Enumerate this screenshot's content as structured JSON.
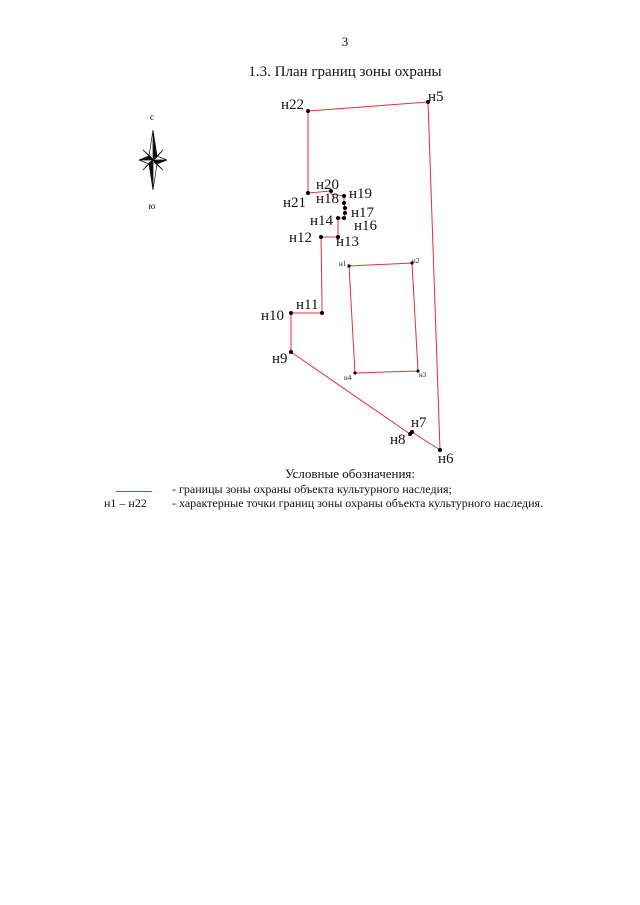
{
  "page_number": "3",
  "title": "1.3. План границ зоны охраны",
  "compass": {
    "north_label": "с",
    "south_label": "ю",
    "icon": "compass-rose-icon"
  },
  "colors": {
    "boundary": "#e03040",
    "point": "#000000"
  },
  "points": {
    "n1": "н1",
    "n2": "н2",
    "n3": "н3",
    "n4": "н4",
    "n5": "н5",
    "n6": "н6",
    "n7": "н7",
    "n8": "н8",
    "n9": "н9",
    "n10": "н10",
    "n11": "н11",
    "n12": "н12",
    "n13": "н13",
    "n14": "н14",
    "n16": "н16",
    "n17": "н17",
    "n18": "н18",
    "n19": "н19",
    "n20": "н20",
    "n21": "н21",
    "n22": "н22"
  },
  "legend": {
    "heading": "Условные обозначения:",
    "boundary_text": "- границы зоны охраны объекта культурного наследия;",
    "points_symbol": "н1 – н22",
    "points_text": "- характерные точки границ зоны охраны объекта культурного наследия."
  }
}
